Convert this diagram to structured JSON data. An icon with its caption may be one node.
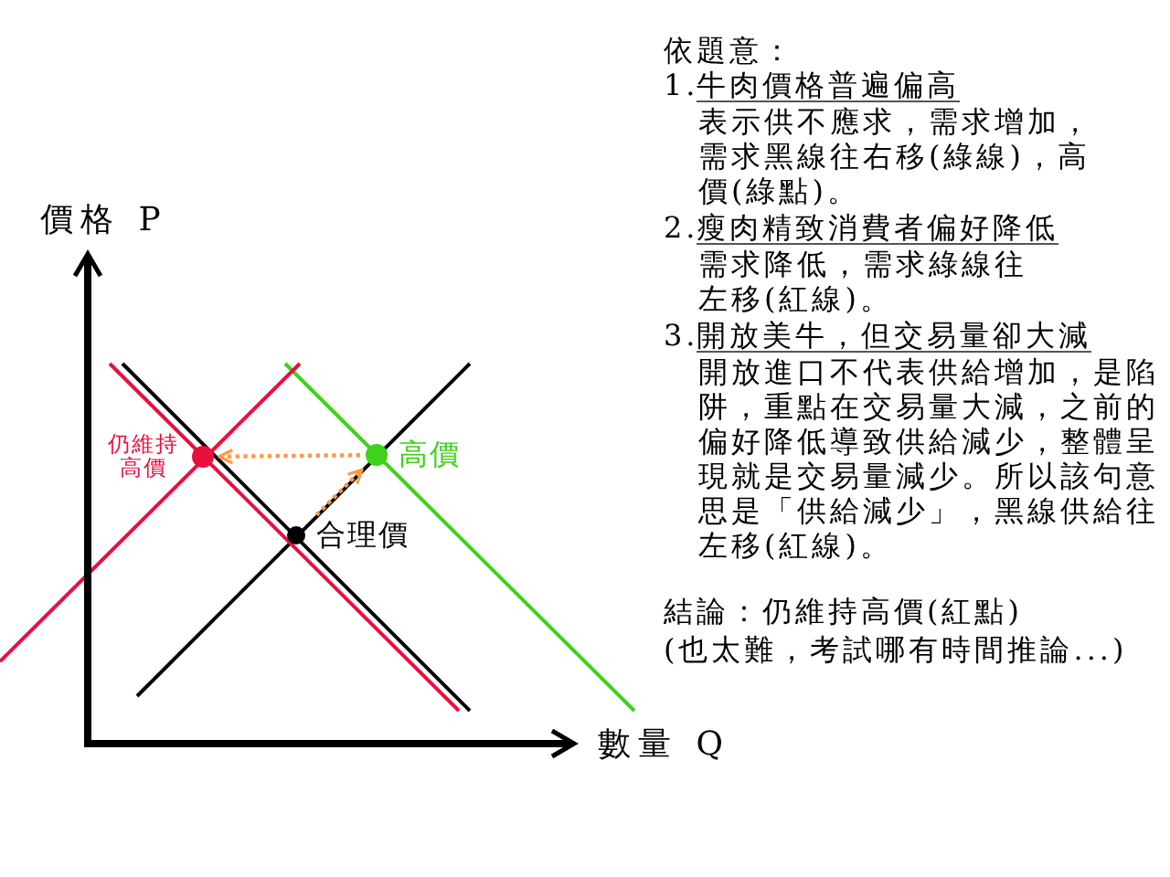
{
  "diagram": {
    "nodes": [
      {
        "text": [],
        "shape": "circle",
        "beside": [
          "仍維持高價"
        ]
      },
      {
        "text": [],
        "shape": "circle",
        "beside": [
          "高價"
        ]
      },
      {
        "text": [],
        "shape": "circle",
        "beside": [
          "合理價"
        ]
      }
    ],
    "edges": [
      {
        "from": 2,
        "to": 1,
        "arrow": "to",
        "style": "dashed",
        "color": "#ff9944"
      },
      {
        "from": 1,
        "to": 0,
        "arrow": "to",
        "style": "dashed",
        "color": "#ff9944"
      }
    ],
    "labels": [
      "價格 P",
      "數量 Q",
      "依題意：",
      "1.",
      "牛肉價格普遍偏高",
      "表示供不應求，需求增加，需求黑線往右移(綠線)，高價(綠點)。",
      "2.",
      "瘦肉精致消費者偏好降低",
      "需求降低，需求綠線往左移(紅線)。",
      "3.",
      "開放美牛，但交易量卻大減",
      "開放進口不代表供給增加，是陷阱，重點在交易量大減，之前的偏好降低導致供給減少，整體呈現就是交易量減少。所以該句意思是「供給減少」，黑線供給往左移(紅線)。",
      "結論：仍維持高價(紅點)",
      "(也太難，考試哪有時間推論...)"
    ]
  }
}
